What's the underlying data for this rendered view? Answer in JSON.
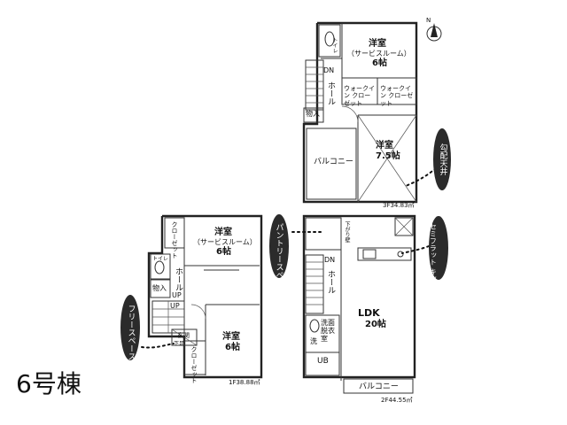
{
  "building_label": "6号棟",
  "compass_label": "N",
  "floor3": {
    "area": "3F34.83㎡",
    "rooms": {
      "western_service_title": "洋室",
      "western_service_sub": "（サービスルーム）",
      "western_service_size": "6帖",
      "western_title": "洋室",
      "western_size": "7.5帖",
      "balcony": "バルコニー",
      "toilet": "トイレ",
      "hall": "ホール",
      "dn": "DN",
      "storage": "物入",
      "walkin_1": "ウォークイン クローゼット",
      "walkin_2": "ウォークイン クローゼット"
    },
    "callout": "勾配天井"
  },
  "floor2": {
    "area": "2F44.55㎡",
    "rooms": {
      "ldk_title": "LDK",
      "ldk_size": "20帖",
      "dn": "DN",
      "hall": "ホール",
      "washroom": "洗面 脱衣室",
      "wash": "洗",
      "ub": "UB",
      "balcony": "バルコニー",
      "downlight": "下がり壁"
    },
    "callout_pantry": "パントリースペース",
    "callout_kitchen": "セミフラット キッチン"
  },
  "floor1": {
    "area": "1F38.88㎡",
    "rooms": {
      "western_service_title": "洋室",
      "western_service_sub": "（サービスルーム）",
      "western_service_size": "6帖",
      "western_title": "洋室",
      "western_size": "6帖",
      "closet_1": "クローゼット",
      "closet_2": "クローゼット",
      "toilet": "トイレ",
      "hall": "ホール",
      "storage": "物入",
      "up_1": "UP",
      "up_2": "UP",
      "entrance": "玄関",
      "shoes": "下足"
    },
    "callout": "フリースペース"
  }
}
